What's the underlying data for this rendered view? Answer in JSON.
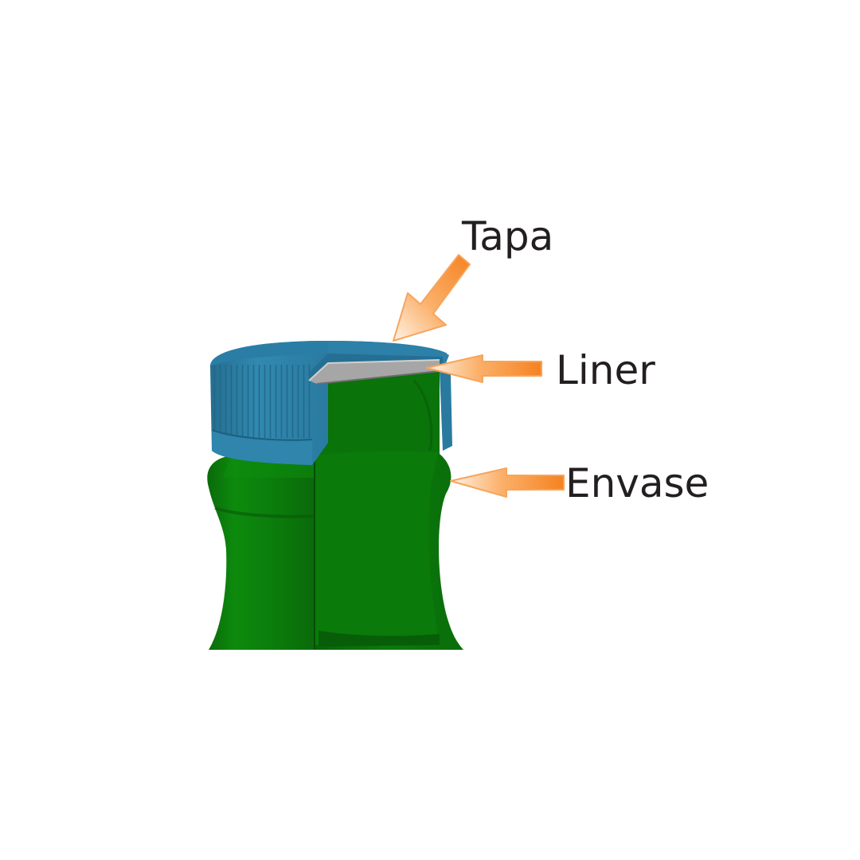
{
  "labels": {
    "tapa": "Tapa",
    "liner": "Liner",
    "envase": "Envase"
  },
  "colors": {
    "cap_blue": "#2c7ea3",
    "bottle_green": "#0b7d0b",
    "liner_gray": "#9a9a9a",
    "arrow_orange": "#f58220",
    "label_text": "#231f20"
  }
}
